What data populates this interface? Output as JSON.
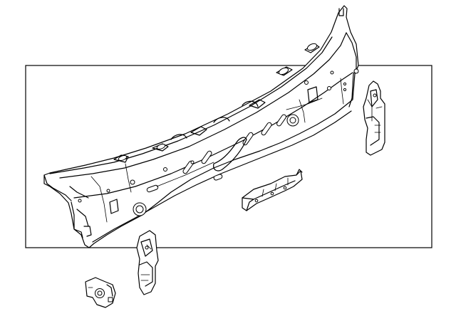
{
  "diagram": {
    "line_color": "#000000",
    "background_color": "#ffffff",
    "parts": [
      {
        "name": "rear-body-panel"
      },
      {
        "name": "right-side-bracket"
      },
      {
        "name": "center-reinforcement-bracket"
      },
      {
        "name": "left-side-bracket"
      },
      {
        "name": "small-mount-bracket"
      }
    ]
  }
}
